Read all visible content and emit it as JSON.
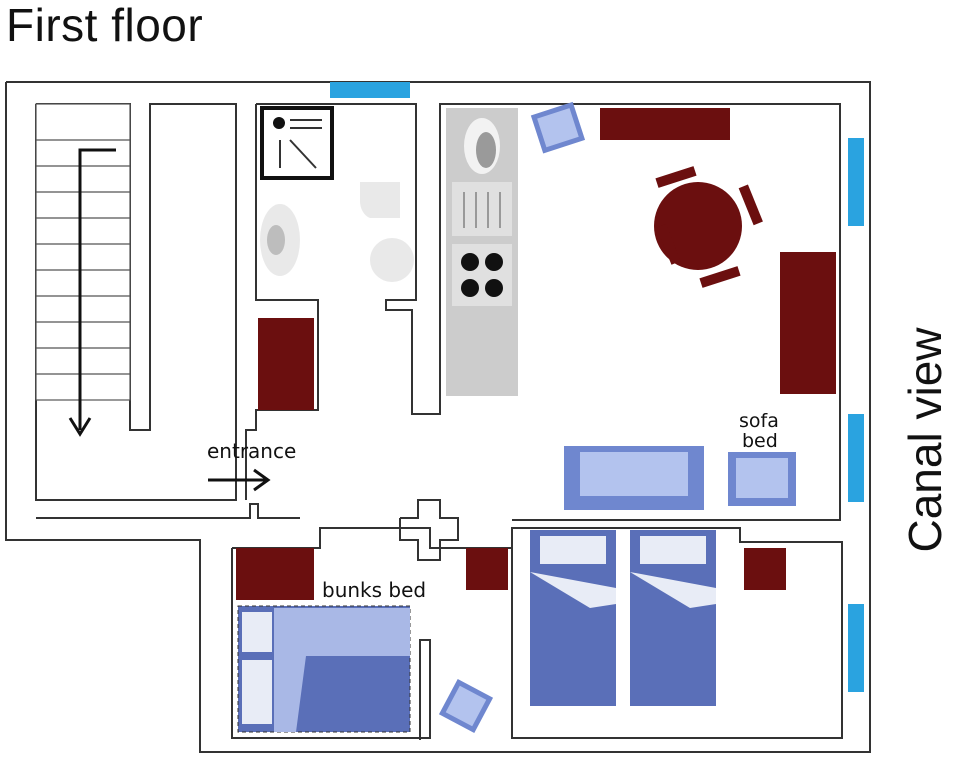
{
  "title": "First floor",
  "side_label": "Canal view",
  "labels": {
    "entrance": "entrance",
    "sofa_bed_line1": "sofa",
    "sofa_bed_line2": "bed",
    "bunks_bed": "bunks bed"
  },
  "colors": {
    "wall": "#333333",
    "furniture": "#6b0f0f",
    "window": "#2aa3e0",
    "bed": "#5a6fb8",
    "bed_light": "#a9b8e6",
    "chair": "#8fa6e0",
    "kitchen": "#c9c9c9",
    "fixture": "#e6e6e6"
  }
}
